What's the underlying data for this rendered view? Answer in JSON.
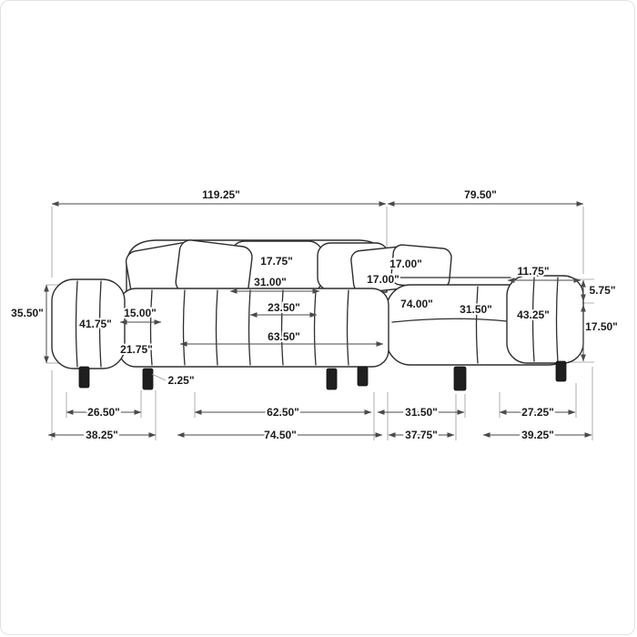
{
  "style": {
    "ink_color": "#2e2e2e",
    "dimension_line_color": "#4a4a4a",
    "background": "#ffffff"
  },
  "diagram": {
    "unit": "inches",
    "dims": {
      "total_width": "119.25\"",
      "chaise_total": "79.50\"",
      "back_cushion": "17.75\"",
      "pillow_right_a": "17.00\"",
      "pillow_right_b": "17.00\"",
      "seat_cushion": "31.00\"",
      "arm_top": "11.75\"",
      "arm_rise": "5.75\"",
      "overall_height": "35.50\"",
      "arm_inner": "15.00\"",
      "left_arm_diag": "41.75\"",
      "seat_depth": "23.50\"",
      "chaise_depth": "74.00\"",
      "chaise_seat": "31.50\"",
      "right_depth": "43.25\"",
      "seat_height": "17.50\"",
      "arm_front": "21.75\"",
      "seat_width": "63.50\"",
      "leg_height": "2.25\"",
      "base_left_arm": "26.50\"",
      "base_seat": "62.50\"",
      "base_chaise": "31.50\"",
      "base_right_arm": "27.25\"",
      "footprint_left": "38.25\"",
      "footprint_main": "74.50\"",
      "footprint_mid": "37.75\"",
      "footprint_right": "39.25\""
    }
  }
}
